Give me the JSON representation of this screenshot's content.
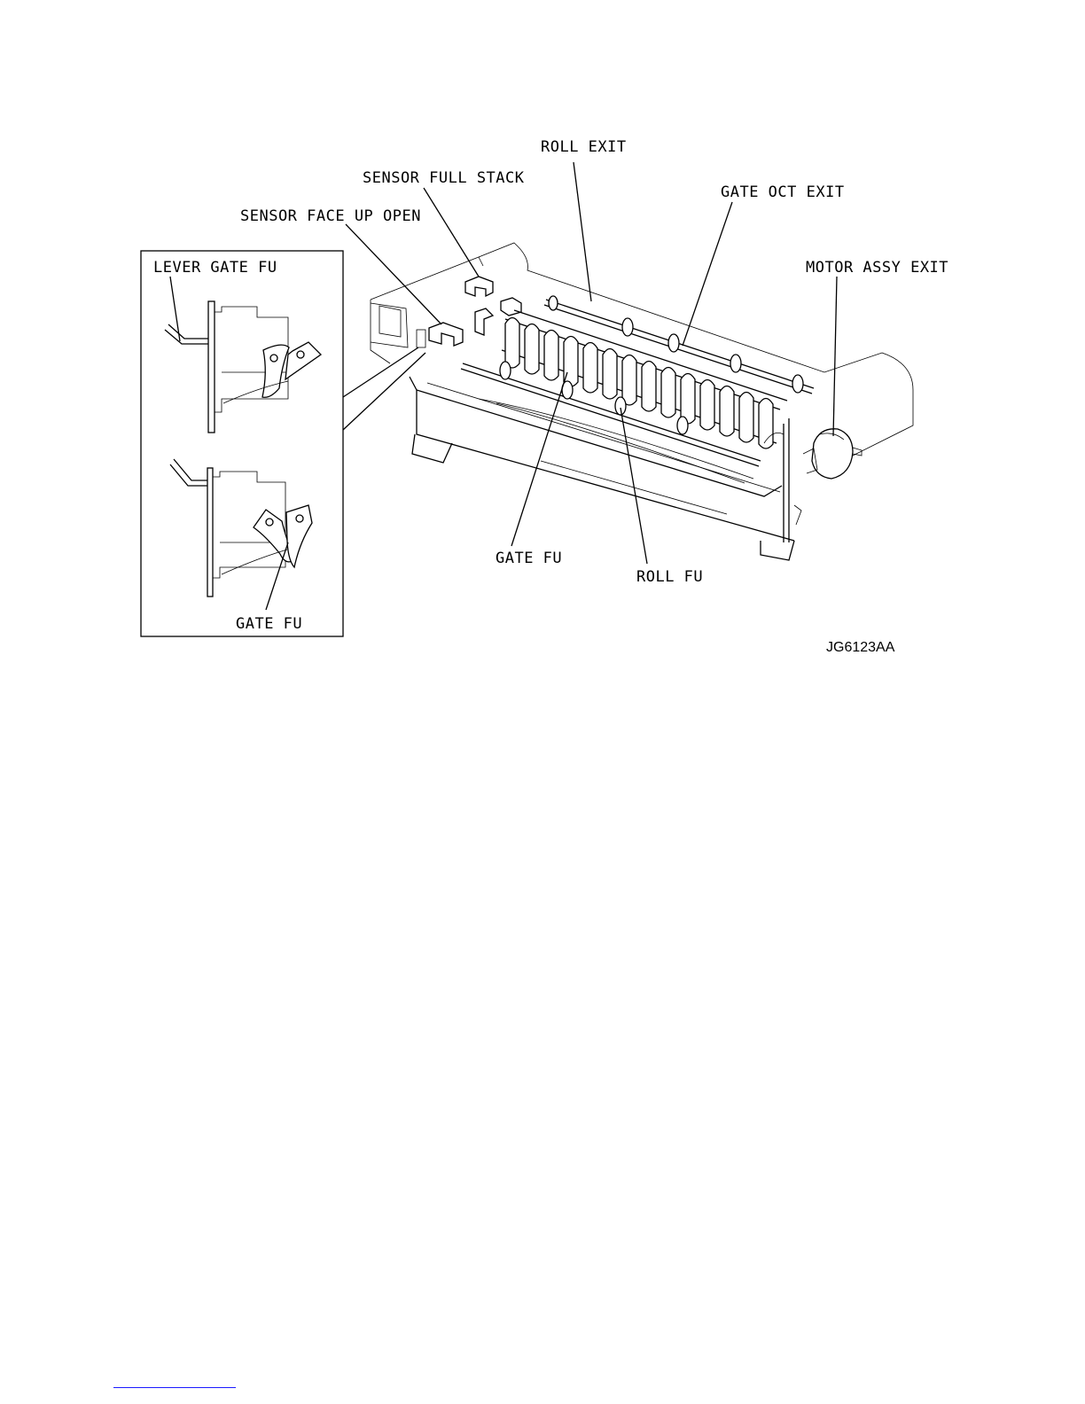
{
  "labels": {
    "roll_exit": "ROLL EXIT",
    "sensor_full_stack": "SENSOR FULL STACK",
    "gate_oct_exit": "GATE OCT EXIT",
    "sensor_face_up_open": "SENSOR FACE UP OPEN",
    "lever_gate_fu": "LEVER GATE FU",
    "motor_assy_exit": "MOTOR ASSY EXIT",
    "gate_fu_main": "GATE FU",
    "roll_fu": "ROLL FU",
    "gate_fu_inset": "GATE FU"
  },
  "figure_id": "JG6123AA",
  "colors": {
    "line": "#000000",
    "footer_rule": "#1a1aff"
  }
}
